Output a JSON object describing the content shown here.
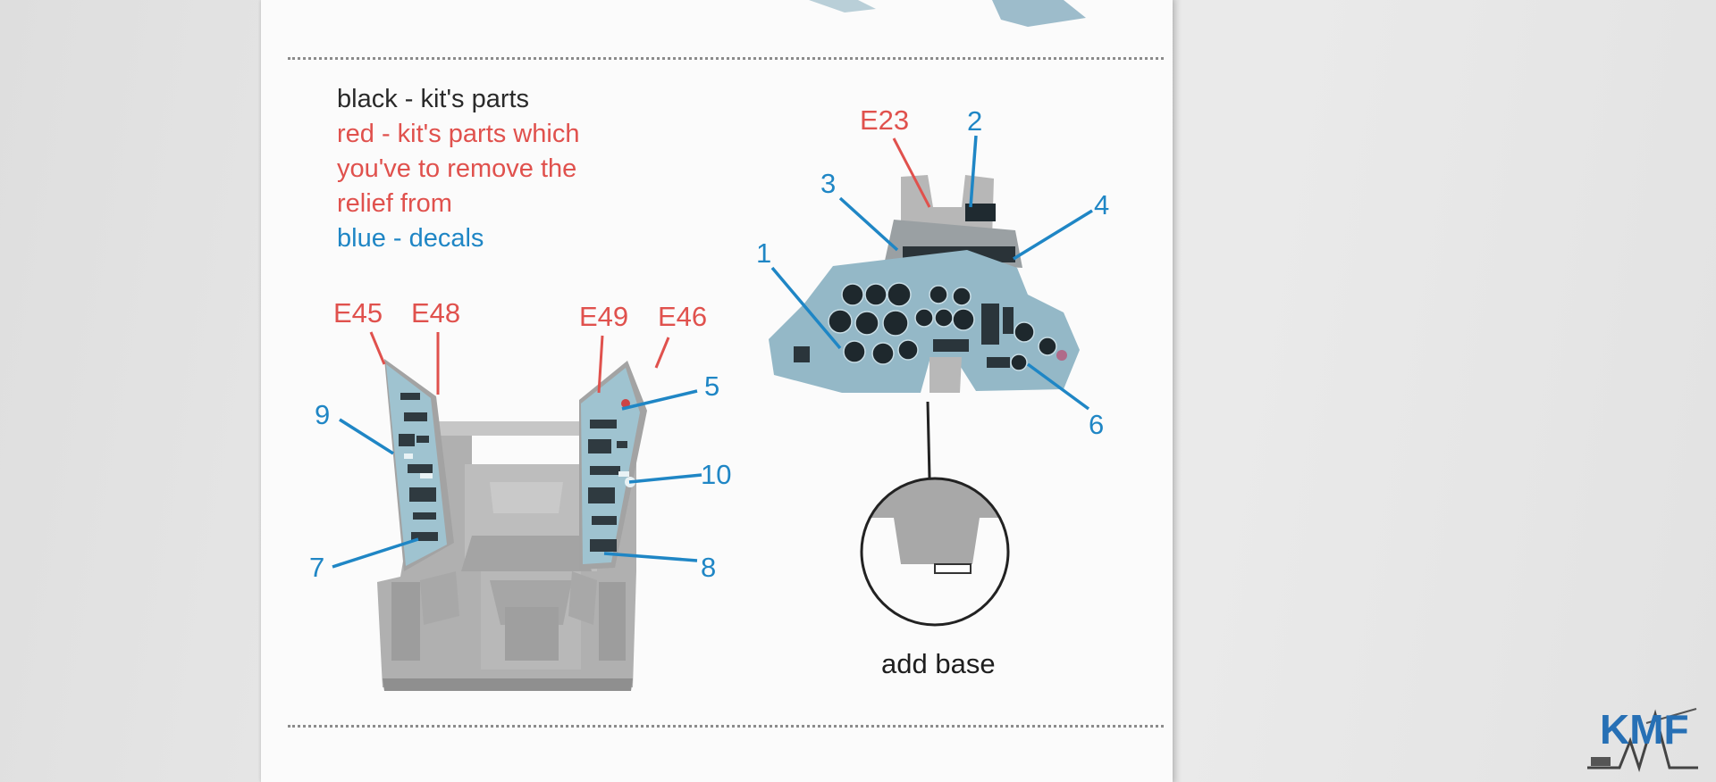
{
  "legend": {
    "black": "black - kit's parts",
    "red_1": "red - kit's parts which",
    "red_2": "you've to remove the",
    "red_3": "relief from",
    "blue": "blue - decals"
  },
  "part_labels": {
    "e45": "E45",
    "e48": "E48",
    "e49": "E49",
    "e46": "E46",
    "e23": "E23"
  },
  "decal_labels": {
    "d1": "1",
    "d2": "2",
    "d3": "3",
    "d4": "4",
    "d5": "5",
    "d6": "6",
    "d7": "7",
    "d8": "8",
    "d9": "9",
    "d10": "10"
  },
  "note": {
    "add_base": "add base"
  },
  "watermark": {
    "text": "KMF"
  },
  "colors": {
    "kit_part": "#2a2a2a",
    "remove_relief": "#e0514d",
    "decal": "#1f86c5",
    "panel_blue": "#9fc3d0",
    "resin_grey": "#a8a8a8"
  }
}
